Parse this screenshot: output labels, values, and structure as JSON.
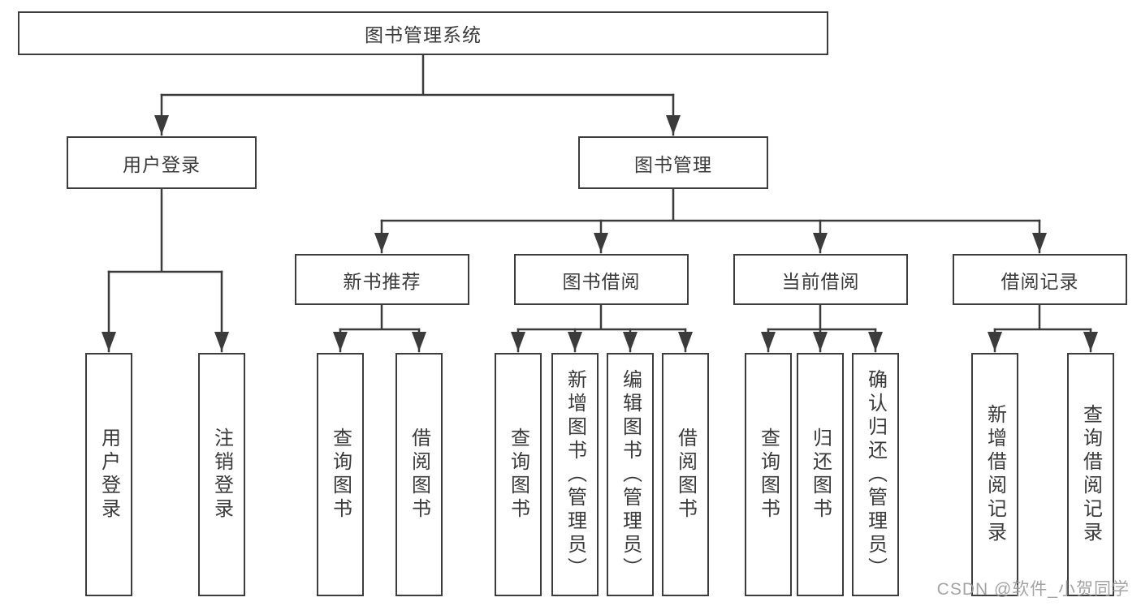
{
  "diagram": {
    "title": "图书管理系统",
    "tree": {
      "label": "图书管理系统",
      "children": [
        {
          "label": "用户登录",
          "children": [
            {
              "label": "用户登录"
            },
            {
              "label": "注销登录"
            }
          ]
        },
        {
          "label": "图书管理",
          "children": [
            {
              "label": "新书推荐",
              "children": [
                {
                  "label": "查询图书"
                },
                {
                  "label": "借阅图书"
                }
              ]
            },
            {
              "label": "图书借阅",
              "children": [
                {
                  "label": "查询图书"
                },
                {
                  "label": "新增图书（管理员）"
                },
                {
                  "label": "编辑图书（管理员）"
                },
                {
                  "label": "借阅图书"
                }
              ]
            },
            {
              "label": "当前借阅",
              "children": [
                {
                  "label": "查询图书"
                },
                {
                  "label": "归还图书"
                },
                {
                  "label": "确认归还（管理员）"
                }
              ]
            },
            {
              "label": "借阅记录",
              "children": [
                {
                  "label": "新增借阅记录"
                },
                {
                  "label": "查询借阅记录"
                }
              ]
            }
          ]
        }
      ]
    },
    "colors": {
      "line": "#3b3b3b",
      "box_border": "#3d3d3d",
      "box_fill": "#ffffff",
      "text": "#3a3a3a",
      "watermark": "#9b9b9b",
      "background": "#ffffff"
    }
  },
  "watermark": {
    "text": "CSDN @软件_小贺同学"
  }
}
